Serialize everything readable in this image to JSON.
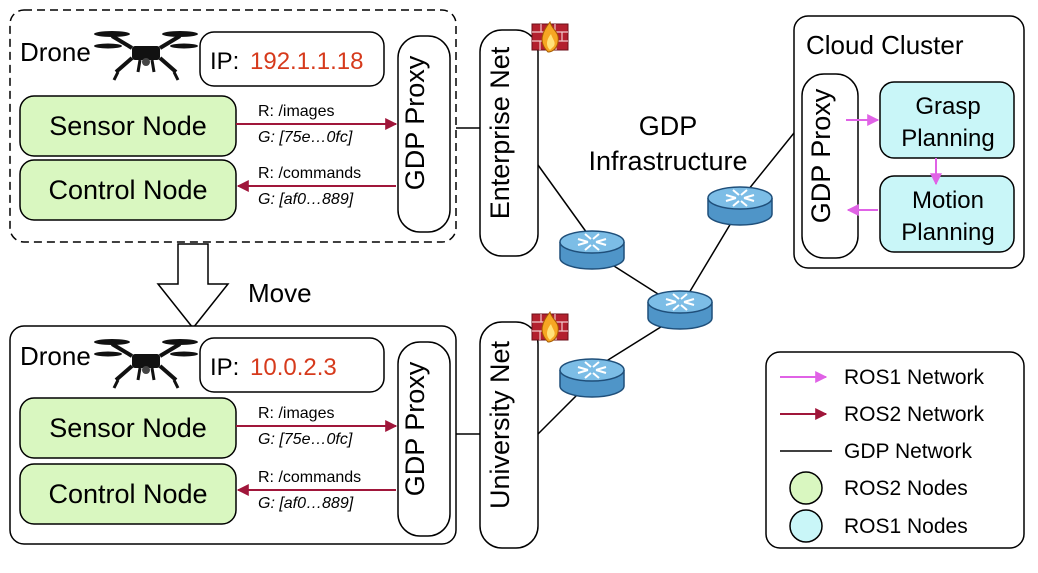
{
  "drone_top": {
    "title": "Drone",
    "ip_label": "IP:",
    "ip_value": "192.1.1.18",
    "sensor_node": "Sensor Node",
    "control_node": "Control Node",
    "images_route": "R: /images",
    "images_guid": "G: [75e…0fc]",
    "commands_route": "R: /commands",
    "commands_guid": "G: [af0…889]",
    "proxy": "GDP Proxy"
  },
  "drone_bottom": {
    "title": "Drone",
    "ip_label": "IP:",
    "ip_value": "10.0.2.3",
    "sensor_node": "Sensor Node",
    "control_node": "Control Node",
    "images_route": "R: /images",
    "images_guid": "G: [75e…0fc]",
    "commands_route": "R: /commands",
    "commands_guid": "G: [af0…889]",
    "proxy": "GDP Proxy"
  },
  "move_label": "Move",
  "enterprise_net": "Enterprise Net",
  "university_net": "University Net",
  "infrastructure": {
    "line1": "GDP",
    "line2": "Infrastructure"
  },
  "cloud": {
    "title": "Cloud Cluster",
    "proxy": "GDP Proxy",
    "grasp_line1": "Grasp",
    "grasp_line2": "Planning",
    "motion_line1": "Motion",
    "motion_line2": "Planning"
  },
  "legend": {
    "ros1_network": "ROS1 Network",
    "ros2_network": "ROS2 Network",
    "gdp_network": "GDP Network",
    "ros2_nodes": "ROS2 Nodes",
    "ros1_nodes": "ROS1 Nodes"
  },
  "colors": {
    "ros2_node_fill": "#d9f7c0",
    "ros1_node_fill": "#c9f6f8",
    "ros2_arrow": "#a0163a",
    "ros1_arrow": "#e062e6",
    "ip_text": "#d63a1c",
    "router_fill": "#5ea8d8"
  },
  "icons": [
    "drone-icon",
    "firewall-icon",
    "router-icon"
  ]
}
